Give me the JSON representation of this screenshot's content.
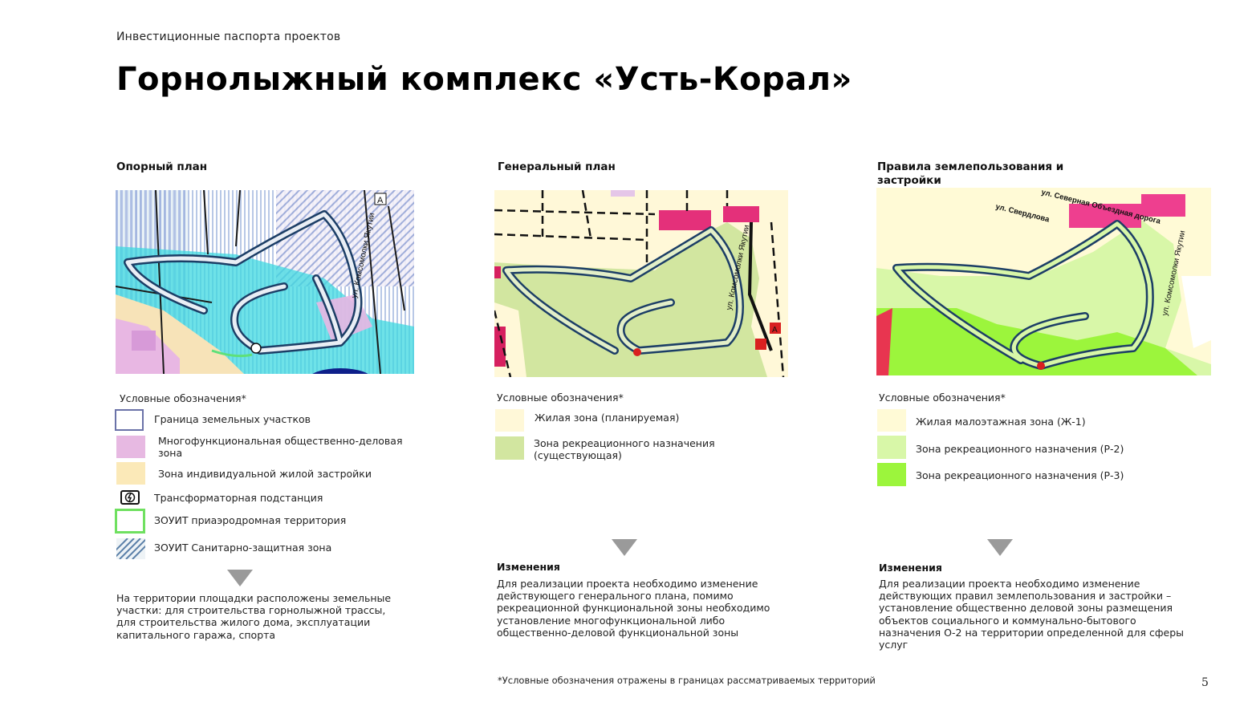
{
  "header": {
    "kicker": "Инвестиционные паспорта проектов",
    "title": "Горнолыжный комплекс «Усть-Корал»"
  },
  "col1": {
    "heading": "Опорный план",
    "legend_title": "Условные обозначения*",
    "legend": [
      "Граница земельных участков",
      "Многофункциональная общественно-деловая зона",
      "Зона индивидуальной жилой застройки",
      "Трансформаторная подстанция",
      "ЗОУИТ приаэродромная территория",
      "ЗОУИТ Санитарно-защитная зона"
    ],
    "text": "На территории площадки расположены земельные участки: для строительства горнолыжной трассы, для строительства жилого дома, эксплуатации капитального гаража, спорта",
    "map_labels": {
      "street": "ул. Комсомолки Якутии",
      "marker": "A"
    }
  },
  "col2": {
    "heading": "Генеральный план",
    "legend_title": "Условные обозначения*",
    "legend": [
      "Жилая зона (планируемая)",
      "Зона рекреационного назначения (существующая)"
    ],
    "changes_title": "Изменения",
    "text": "Для реализации проекта необходимо изменение действующего генерального плана, помимо рекреационной функциональной зоны необходимо установление многофункциональной либо общественно-деловой функциональной зоны",
    "map_labels": {
      "street": "ул. Комсомолки Якутии",
      "marker": "A"
    }
  },
  "col3": {
    "heading": "Правила землепользования и застройки",
    "legend_title": "Условные обозначения*",
    "legend": [
      "Жилая малоэтажная зона (Ж-1)",
      "Зона рекреационного назначения (Р-2)",
      "Зона рекреационного назначения (Р-3)"
    ],
    "changes_title": "Изменения",
    "text": "Для реализации проекта необходимо изменение действующих правил землепользования и застройки  – установление общественно деловой зоны размещения объектов социального и коммунально-бытового назначения О-2  на территории определенной для сферы услуг",
    "map_labels": {
      "street1": "ул. Северная Объездная дорога",
      "street2": "ул. Свердлова",
      "street3": "ул. Комсомолки Якутии"
    }
  },
  "footnote": "*Условные обозначения отражены в границах рассматриваемых территорий",
  "page_number": "5",
  "colors": {
    "boundary": "#1c3e66",
    "public_business": "#e7b9e2",
    "residential_individual": "#fbe9b8",
    "airfield_zone": "#6fe060",
    "residential_planned": "#fff8d8",
    "recreation_existing": "#d2e6a0",
    "residential_low": "#fffad6",
    "recreation_r2": "#d8f7a8",
    "recreation_r3": "#9cf53c",
    "business_pink": "#ee3f8f"
  }
}
